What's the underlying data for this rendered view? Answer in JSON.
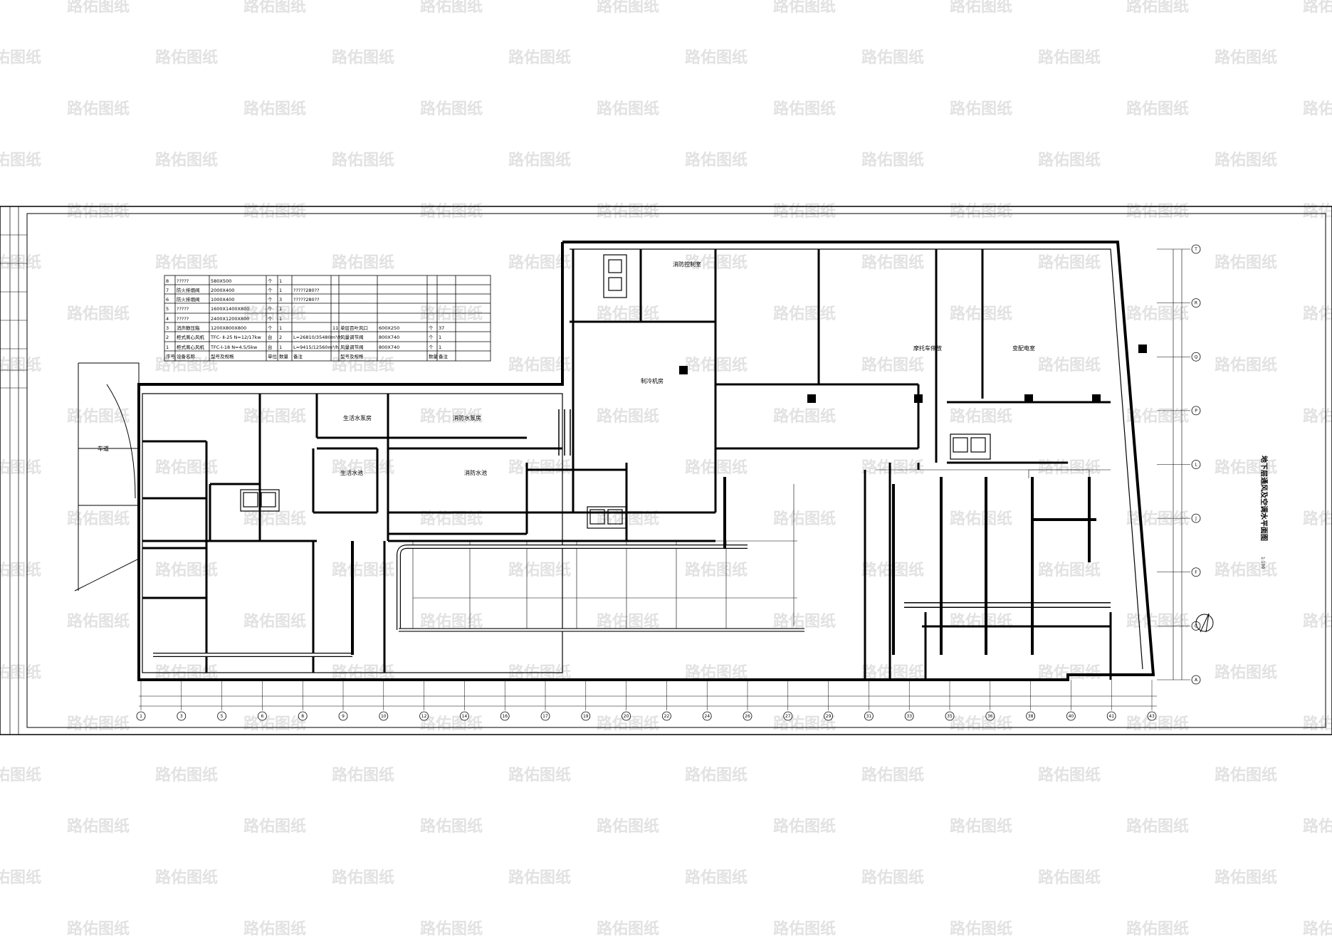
{
  "watermark": "路佑图纸",
  "title": "地下层通风及空调水平面图",
  "scale": "1:100",
  "rooms": {
    "fire_control": "消防控制室",
    "chiller": "制冷机房",
    "motorcycle": "摩托车停放",
    "substation": "变配电室",
    "domestic_pump": "生活水泵房",
    "fire_pump": "消防水泵房",
    "domestic_pool": "生活水池",
    "fire_pool": "消防水池",
    "driveway": "车道"
  },
  "equipment_table": {
    "headers": [
      "序号",
      "设备名称",
      "型号及规格",
      "单位",
      "数量",
      "备注",
      "",
      "型号及规格",
      "",
      "数量",
      "备注"
    ],
    "rows": [
      [
        "8",
        "?????",
        "580X500",
        "个",
        "1",
        "",
        "",
        "",
        "",
        "",
        ""
      ],
      [
        "7",
        "防火排烟阀",
        "2000X400",
        "个",
        "1",
        "?????280??",
        "",
        "",
        "",
        "",
        ""
      ],
      [
        "6",
        "防火排烟阀",
        "1000X400",
        "个",
        "3",
        "?????280??",
        "",
        "",
        "",
        "",
        ""
      ],
      [
        "5",
        "?????",
        "1600X1400X800",
        "个",
        "1",
        "",
        "",
        "",
        "",
        "",
        ""
      ],
      [
        "4",
        "?????",
        "2400X1200X800",
        "个",
        "1",
        "",
        "",
        "",
        "",
        "",
        ""
      ],
      [
        "3",
        "消声静压箱",
        "1200X800X800",
        "个",
        "1",
        "",
        "11",
        "单层百叶风口",
        "600X250",
        "个",
        "37"
      ],
      [
        "2",
        "柜式离心风机",
        "TFC- Ⅱ-25 N=12/17kw",
        "台",
        "2",
        "L=26810/35480m³/h",
        "",
        "风量调节阀",
        "800X740",
        "个",
        "1"
      ],
      [
        "1",
        "柜式离心风机",
        "TFC-Ⅰ-18 N=4.5/5kw",
        "台",
        "1",
        "L=9415/12560m³/h",
        "",
        "风量调节阀",
        "800X740",
        "个",
        "1"
      ]
    ]
  },
  "bottom_axes": [
    "1",
    "3",
    "5",
    "6",
    "8",
    "9",
    "10",
    "12",
    "14",
    "16",
    "17",
    "19",
    "20",
    "22",
    "24",
    "26",
    "27",
    "29",
    "31",
    "33",
    "35",
    "36",
    "38",
    "40",
    "41",
    "43"
  ],
  "right_axes": [
    "A",
    "C",
    "F",
    "J",
    "L",
    "P",
    "Q",
    "R",
    "T"
  ]
}
